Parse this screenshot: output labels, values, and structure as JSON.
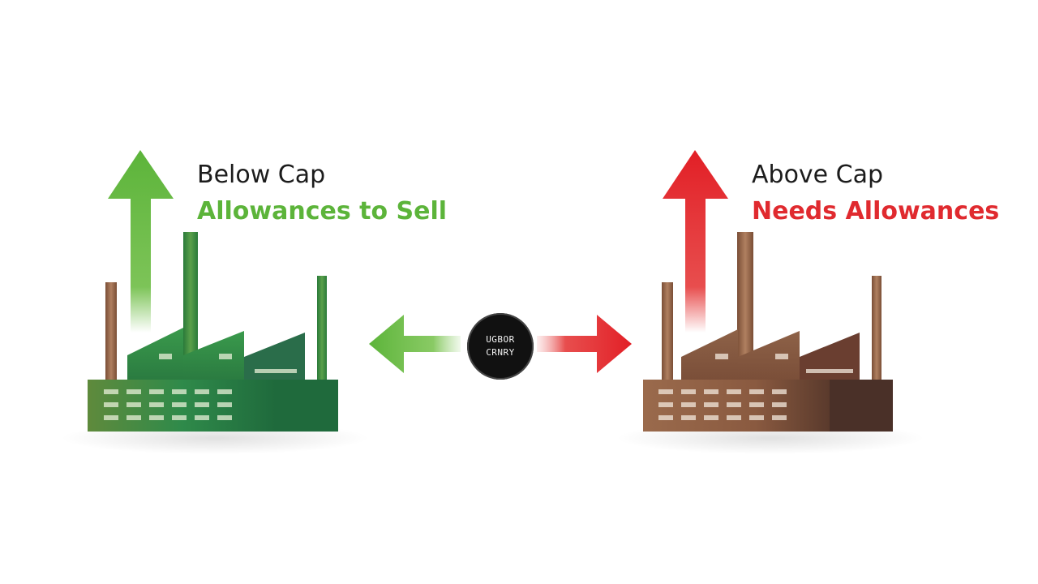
{
  "left": {
    "title": "Below Cap",
    "subtitle": "Allowances to Sell",
    "color": "#5cb43a",
    "factory_color": "#2f8a4a",
    "arrow_up_icon": "arrow-up-icon",
    "arrow_side_icon": "arrow-left-icon"
  },
  "right": {
    "title": "Above Cap",
    "subtitle": "Needs Allowances",
    "color": "#e02a2f",
    "factory_color": "#8a5a40",
    "arrow_up_icon": "arrow-up-icon",
    "arrow_side_icon": "arrow-right-icon"
  },
  "center": {
    "line1": "UGBOR",
    "line2": "CRNRY"
  }
}
